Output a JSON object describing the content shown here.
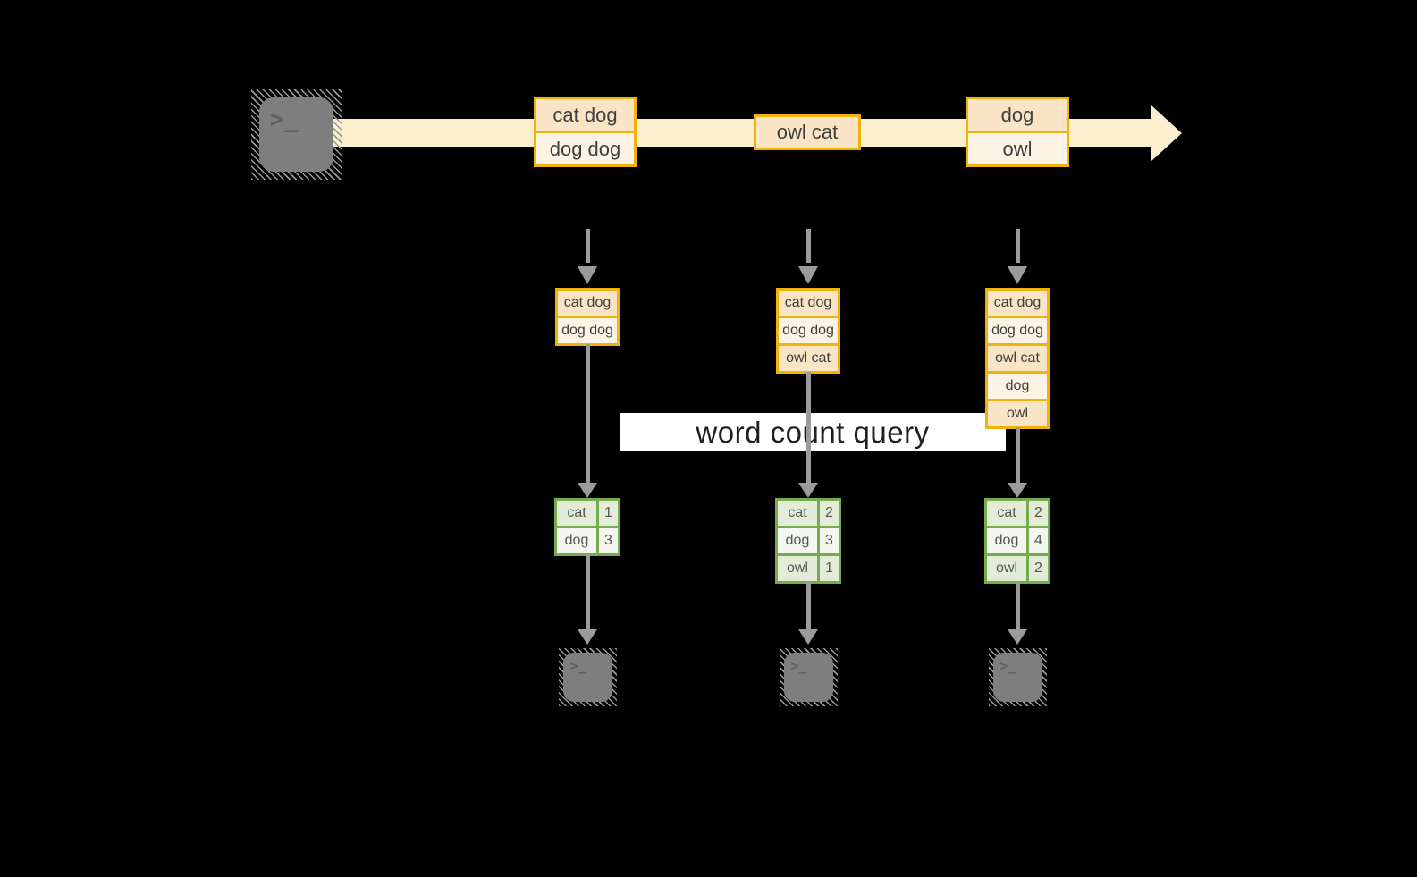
{
  "query_label": "word count query",
  "terminal_glyph": ">_",
  "timeline": {
    "batches": [
      {
        "lines": [
          "cat dog",
          "dog dog"
        ]
      },
      {
        "lines": [
          "owl cat"
        ]
      },
      {
        "lines": [
          "dog",
          "owl"
        ]
      }
    ]
  },
  "columns": [
    {
      "stack": [
        "cat dog",
        "dog dog"
      ],
      "counts": [
        {
          "word": "cat",
          "count": "1"
        },
        {
          "word": "dog",
          "count": "3"
        }
      ]
    },
    {
      "stack": [
        "cat dog",
        "dog dog",
        "owl cat"
      ],
      "counts": [
        {
          "word": "cat",
          "count": "2"
        },
        {
          "word": "dog",
          "count": "3"
        },
        {
          "word": "owl",
          "count": "1"
        }
      ]
    },
    {
      "stack": [
        "cat dog",
        "dog dog",
        "owl cat",
        "dog",
        "owl"
      ],
      "counts": [
        {
          "word": "cat",
          "count": "2"
        },
        {
          "word": "dog",
          "count": "4"
        },
        {
          "word": "owl",
          "count": "2"
        }
      ]
    }
  ],
  "colors": {
    "background": "#000000",
    "stream_band": "#FBEFD0",
    "box_border": "#F0B30B",
    "cell_fill_dark": "#F9E4C6",
    "cell_fill_light": "#FDF4E6",
    "table_border": "#76AC4E",
    "table_row_green": "#E2ECD7",
    "table_row_light": "#F3F7EF",
    "arrow_gray": "#9B9B9B",
    "terminal_gray": "#7E7E7E",
    "label_bg": "#FFFFFF",
    "label_text": "#1F1F1F"
  }
}
